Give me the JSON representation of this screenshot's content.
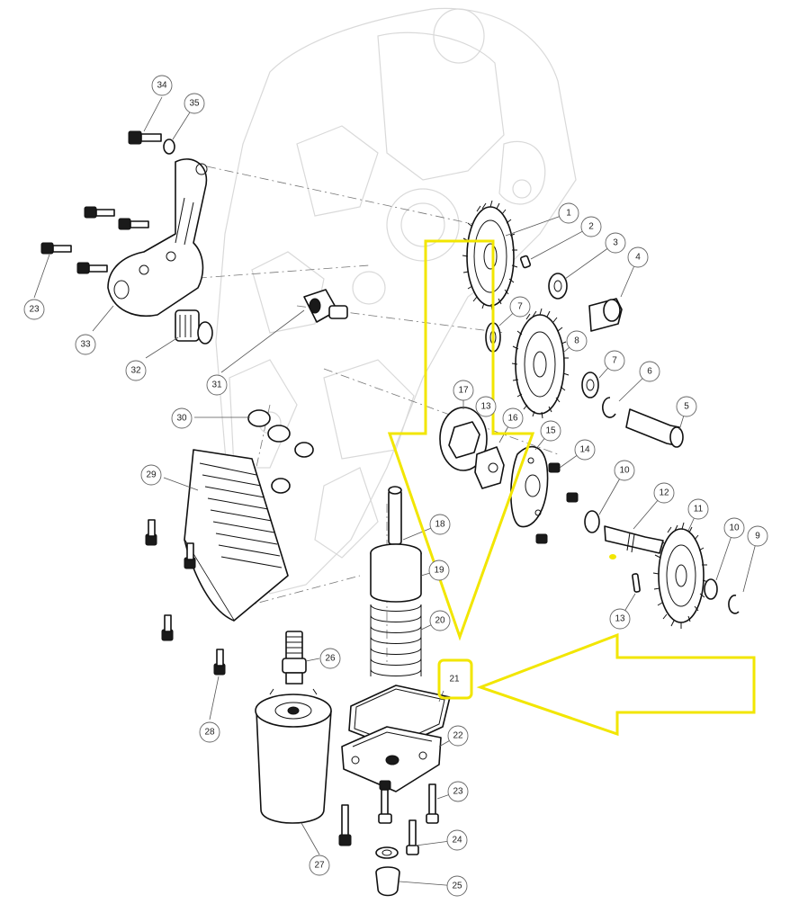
{
  "diagram": {
    "callouts": [
      {
        "id": "c1",
        "label": "1"
      },
      {
        "id": "c2",
        "label": "2"
      },
      {
        "id": "c3",
        "label": "3"
      },
      {
        "id": "c4",
        "label": "4"
      },
      {
        "id": "c5",
        "label": "5"
      },
      {
        "id": "c6",
        "label": "6"
      },
      {
        "id": "c7a",
        "label": "7"
      },
      {
        "id": "c7b",
        "label": "7"
      },
      {
        "id": "c8",
        "label": "8"
      },
      {
        "id": "c9",
        "label": "9"
      },
      {
        "id": "c10a",
        "label": "10"
      },
      {
        "id": "c10b",
        "label": "10"
      },
      {
        "id": "c11",
        "label": "11"
      },
      {
        "id": "c12",
        "label": "12"
      },
      {
        "id": "c13a",
        "label": "13"
      },
      {
        "id": "c13b",
        "label": "13"
      },
      {
        "id": "c14",
        "label": "14"
      },
      {
        "id": "c15",
        "label": "15"
      },
      {
        "id": "c16",
        "label": "16"
      },
      {
        "id": "c17",
        "label": "17"
      },
      {
        "id": "c18",
        "label": "18"
      },
      {
        "id": "c19",
        "label": "19"
      },
      {
        "id": "c20",
        "label": "20"
      },
      {
        "id": "c21",
        "label": "21"
      },
      {
        "id": "c22",
        "label": "22"
      },
      {
        "id": "c23a",
        "label": "23"
      },
      {
        "id": "c23b",
        "label": "23"
      },
      {
        "id": "c24",
        "label": "24"
      },
      {
        "id": "c25",
        "label": "25"
      },
      {
        "id": "c26",
        "label": "26"
      },
      {
        "id": "c27",
        "label": "27"
      },
      {
        "id": "c28",
        "label": "28"
      },
      {
        "id": "c29",
        "label": "29"
      },
      {
        "id": "c30",
        "label": "30"
      },
      {
        "id": "c31",
        "label": "31"
      },
      {
        "id": "c32",
        "label": "32"
      },
      {
        "id": "c33",
        "label": "33"
      },
      {
        "id": "c34",
        "label": "34"
      },
      {
        "id": "c35",
        "label": "35"
      }
    ],
    "highlight": {
      "target_label": "21",
      "color": "#f2e600"
    }
  }
}
